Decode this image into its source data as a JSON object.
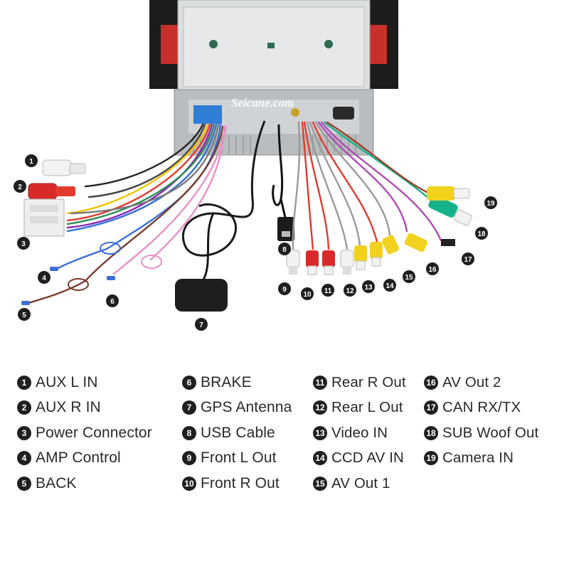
{
  "brand": {
    "watermark": "Seicane.com"
  },
  "legend": [
    {
      "num": "1",
      "label": "AUX L IN"
    },
    {
      "num": "2",
      "label": "AUX R IN"
    },
    {
      "num": "3",
      "label": "Power Connector"
    },
    {
      "num": "4",
      "label": "AMP Control"
    },
    {
      "num": "5",
      "label": "BACK"
    },
    {
      "num": "6",
      "label": "BRAKE"
    },
    {
      "num": "7",
      "label": "GPS Antenna"
    },
    {
      "num": "8",
      "label": "USB Cable"
    },
    {
      "num": "9",
      "label": "Front L Out"
    },
    {
      "num": "10",
      "label": "Front R Out"
    },
    {
      "num": "11",
      "label": "Rear R Out"
    },
    {
      "num": "12",
      "label": "Rear L Out"
    },
    {
      "num": "13",
      "label": "Video IN"
    },
    {
      "num": "14",
      "label": "CCD AV IN"
    },
    {
      "num": "15",
      "label": "AV Out 1"
    },
    {
      "num": "16",
      "label": "AV Out 2"
    },
    {
      "num": "17",
      "label": "CAN RX/TX"
    },
    {
      "num": "18",
      "label": "SUB Woof Out"
    },
    {
      "num": "19",
      "label": "Camera IN"
    }
  ],
  "colors": {
    "badge": "#1f1f1f",
    "chassis": "#d9dcdd",
    "red_rca": "#e02424",
    "white_rca": "#f2f2f2",
    "yellow_rca": "#f2d21c",
    "green_rca": "#16b38a"
  }
}
